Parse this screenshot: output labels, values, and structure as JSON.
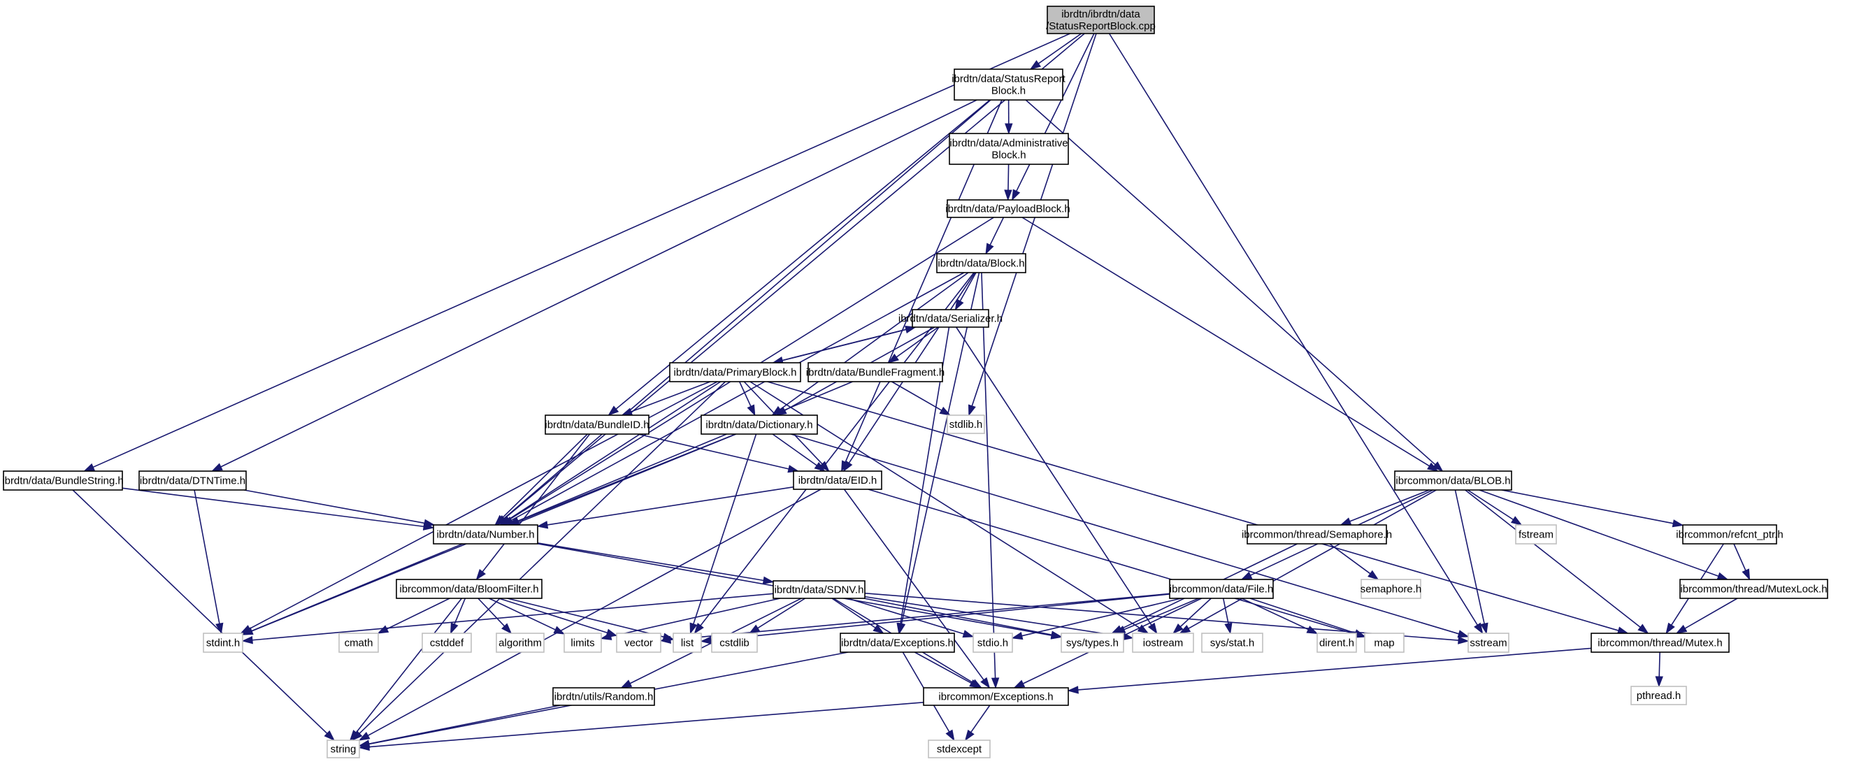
{
  "title": "ibrdtn/ibrdtn/data/StatusReportBlock.cpp include dependency graph",
  "colors": {
    "edge": "#191970",
    "root_fill": "#bfbfbf",
    "local_border": "#000000",
    "system_border": "#bfbfbf"
  },
  "nodes": [
    {
      "id": "root",
      "kind": "root",
      "lines": [
        "ibrdtn/ibrdtn/data",
        "/StatusReportBlock.cpp"
      ]
    },
    {
      "id": "srb_h",
      "kind": "local",
      "lines": [
        "ibrdtn/data/StatusReport",
        "Block.h"
      ]
    },
    {
      "id": "admin",
      "kind": "local",
      "lines": [
        "ibrdtn/data/Administrative",
        "Block.h"
      ]
    },
    {
      "id": "payload",
      "kind": "local",
      "lines": [
        "ibrdtn/data/PayloadBlock.h"
      ]
    },
    {
      "id": "block",
      "kind": "local",
      "lines": [
        "ibrdtn/data/Block.h"
      ]
    },
    {
      "id": "serializer",
      "kind": "local",
      "lines": [
        "ibrdtn/data/Serializer.h"
      ]
    },
    {
      "id": "primary",
      "kind": "local",
      "lines": [
        "ibrdtn/data/PrimaryBlock.h"
      ]
    },
    {
      "id": "fragment",
      "kind": "local",
      "lines": [
        "ibrdtn/data/BundleFragment.h"
      ]
    },
    {
      "id": "stdlib",
      "kind": "system",
      "lines": [
        "stdlib.h"
      ]
    },
    {
      "id": "bundleid",
      "kind": "local",
      "lines": [
        "ibrdtn/data/BundleID.h"
      ]
    },
    {
      "id": "dictionary",
      "kind": "local",
      "lines": [
        "ibrdtn/data/Dictionary.h"
      ]
    },
    {
      "id": "eid",
      "kind": "local",
      "lines": [
        "ibrdtn/data/EID.h"
      ]
    },
    {
      "id": "bundlestring",
      "kind": "local",
      "lines": [
        "ibrdtn/data/BundleString.h"
      ]
    },
    {
      "id": "dtntime",
      "kind": "local",
      "lines": [
        "ibrdtn/data/DTNTime.h"
      ]
    },
    {
      "id": "number",
      "kind": "local",
      "lines": [
        "ibrdtn/data/Number.h"
      ]
    },
    {
      "id": "sdnv",
      "kind": "local",
      "lines": [
        "ibrdtn/data/SDNV.h"
      ]
    },
    {
      "id": "bloom",
      "kind": "local",
      "lines": [
        "ibrcommon/data/BloomFilter.h"
      ]
    },
    {
      "id": "blob",
      "kind": "local",
      "lines": [
        "ibrcommon/data/BLOB.h"
      ]
    },
    {
      "id": "semaphore",
      "kind": "local",
      "lines": [
        "ibrcommon/thread/Semaphore.h"
      ]
    },
    {
      "id": "refcnt",
      "kind": "local",
      "lines": [
        "ibrcommon/refcnt_ptr.h"
      ]
    },
    {
      "id": "fstream",
      "kind": "system",
      "lines": [
        "fstream"
      ]
    },
    {
      "id": "semaphore_h",
      "kind": "system",
      "lines": [
        "semaphore.h"
      ]
    },
    {
      "id": "file",
      "kind": "local",
      "lines": [
        "ibrcommon/data/File.h"
      ]
    },
    {
      "id": "mutexlock",
      "kind": "local",
      "lines": [
        "ibrcommon/thread/MutexLock.h"
      ]
    },
    {
      "id": "mutex",
      "kind": "local",
      "lines": [
        "ibrcommon/thread/Mutex.h"
      ]
    },
    {
      "id": "pthread",
      "kind": "system",
      "lines": [
        "pthread.h"
      ]
    },
    {
      "id": "dtn_exc",
      "kind": "local",
      "lines": [
        "ibrdtn/data/Exceptions.h"
      ]
    },
    {
      "id": "common_exc",
      "kind": "local",
      "lines": [
        "ibrcommon/Exceptions.h"
      ]
    },
    {
      "id": "random",
      "kind": "local",
      "lines": [
        "ibrdtn/utils/Random.h"
      ]
    },
    {
      "id": "string",
      "kind": "system",
      "lines": [
        "string"
      ]
    },
    {
      "id": "stdexcept",
      "kind": "system",
      "lines": [
        "stdexcept"
      ]
    },
    {
      "id": "stdint",
      "kind": "system",
      "lines": [
        "stdint.h"
      ]
    },
    {
      "id": "cmath",
      "kind": "system",
      "lines": [
        "cmath"
      ]
    },
    {
      "id": "cstddef",
      "kind": "system",
      "lines": [
        "cstddef"
      ]
    },
    {
      "id": "algorithm",
      "kind": "system",
      "lines": [
        "algorithm"
      ]
    },
    {
      "id": "limits",
      "kind": "system",
      "lines": [
        "limits"
      ]
    },
    {
      "id": "vector",
      "kind": "system",
      "lines": [
        "vector"
      ]
    },
    {
      "id": "list",
      "kind": "system",
      "lines": [
        "list"
      ]
    },
    {
      "id": "cstdlib",
      "kind": "system",
      "lines": [
        "cstdlib"
      ]
    },
    {
      "id": "stdio",
      "kind": "system",
      "lines": [
        "stdio.h"
      ]
    },
    {
      "id": "systypes",
      "kind": "system",
      "lines": [
        "sys/types.h"
      ]
    },
    {
      "id": "iostream",
      "kind": "system",
      "lines": [
        "iostream"
      ]
    },
    {
      "id": "sysstat",
      "kind": "system",
      "lines": [
        "sys/stat.h"
      ]
    },
    {
      "id": "dirent",
      "kind": "system",
      "lines": [
        "dirent.h"
      ]
    },
    {
      "id": "map",
      "kind": "system",
      "lines": [
        "map"
      ]
    },
    {
      "id": "sstream",
      "kind": "system",
      "lines": [
        "sstream"
      ]
    }
  ],
  "edges": [
    [
      "root",
      "srb_h"
    ],
    [
      "root",
      "payload"
    ],
    [
      "root",
      "number"
    ],
    [
      "root",
      "bundlestring"
    ],
    [
      "root",
      "stdlib"
    ],
    [
      "root",
      "sstream"
    ],
    [
      "srb_h",
      "admin"
    ],
    [
      "srb_h",
      "dtntime"
    ],
    [
      "srb_h",
      "number"
    ],
    [
      "srb_h",
      "bundleid"
    ],
    [
      "srb_h",
      "eid"
    ],
    [
      "srb_h",
      "blob"
    ],
    [
      "admin",
      "payload"
    ],
    [
      "payload",
      "block"
    ],
    [
      "payload",
      "number"
    ],
    [
      "payload",
      "blob"
    ],
    [
      "block",
      "serializer"
    ],
    [
      "block",
      "number"
    ],
    [
      "block",
      "dictionary"
    ],
    [
      "block",
      "eid"
    ],
    [
      "block",
      "dtn_exc"
    ],
    [
      "block",
      "list"
    ],
    [
      "block",
      "common_exc"
    ],
    [
      "serializer",
      "primary"
    ],
    [
      "serializer",
      "fragment"
    ],
    [
      "serializer",
      "dictionary"
    ],
    [
      "serializer",
      "dtn_exc"
    ],
    [
      "serializer",
      "iostream"
    ],
    [
      "primary",
      "serializer"
    ],
    [
      "primary",
      "bundleid"
    ],
    [
      "primary",
      "dictionary"
    ],
    [
      "primary",
      "eid"
    ],
    [
      "primary",
      "number"
    ],
    [
      "primary",
      "stdint"
    ],
    [
      "primary",
      "string"
    ],
    [
      "primary",
      "mutex"
    ],
    [
      "primary",
      "iostream"
    ],
    [
      "fragment",
      "stdlib"
    ],
    [
      "fragment",
      "number"
    ],
    [
      "bundleid",
      "eid"
    ],
    [
      "bundleid",
      "number"
    ],
    [
      "bundleid",
      "bloom"
    ],
    [
      "dictionary",
      "eid"
    ],
    [
      "dictionary",
      "number"
    ],
    [
      "dictionary",
      "list"
    ],
    [
      "dictionary",
      "stdint"
    ],
    [
      "dictionary",
      "sstream"
    ],
    [
      "eid",
      "number"
    ],
    [
      "eid",
      "string"
    ],
    [
      "eid",
      "common_exc"
    ],
    [
      "eid",
      "map"
    ],
    [
      "bundlestring",
      "number"
    ],
    [
      "bundlestring",
      "string"
    ],
    [
      "dtntime",
      "number"
    ],
    [
      "dtntime",
      "stdint"
    ],
    [
      "number",
      "sdnv"
    ],
    [
      "number",
      "stdint"
    ],
    [
      "number",
      "systypes"
    ],
    [
      "sdnv",
      "dtn_exc"
    ],
    [
      "sdnv",
      "random"
    ],
    [
      "sdnv",
      "stdint"
    ],
    [
      "sdnv",
      "common_exc"
    ],
    [
      "sdnv",
      "cstdlib"
    ],
    [
      "sdnv",
      "stdio"
    ],
    [
      "sdnv",
      "limits"
    ],
    [
      "sdnv",
      "systypes"
    ],
    [
      "sdnv",
      "iostream"
    ],
    [
      "sdnv",
      "sstream"
    ],
    [
      "bloom",
      "cmath"
    ],
    [
      "bloom",
      "cstddef"
    ],
    [
      "bloom",
      "algorithm"
    ],
    [
      "bloom",
      "limits"
    ],
    [
      "bloom",
      "vector"
    ],
    [
      "bloom",
      "list"
    ],
    [
      "bloom",
      "string"
    ],
    [
      "blob",
      "semaphore"
    ],
    [
      "blob",
      "file"
    ],
    [
      "blob",
      "refcnt"
    ],
    [
      "blob",
      "fstream"
    ],
    [
      "blob",
      "mutex"
    ],
    [
      "blob",
      "mutexlock"
    ],
    [
      "blob",
      "iostream"
    ],
    [
      "blob",
      "sstream"
    ],
    [
      "semaphore",
      "semaphore_h"
    ],
    [
      "semaphore",
      "systypes"
    ],
    [
      "refcnt",
      "mutex"
    ],
    [
      "refcnt",
      "mutexlock"
    ],
    [
      "mutexlock",
      "mutex"
    ],
    [
      "file",
      "list"
    ],
    [
      "file",
      "vector"
    ],
    [
      "file",
      "stdio"
    ],
    [
      "file",
      "systypes"
    ],
    [
      "file",
      "iostream"
    ],
    [
      "file",
      "sysstat"
    ],
    [
      "file",
      "dirent"
    ],
    [
      "file",
      "map"
    ],
    [
      "file",
      "common_exc"
    ],
    [
      "mutex",
      "pthread"
    ],
    [
      "mutex",
      "common_exc"
    ],
    [
      "dtn_exc",
      "common_exc"
    ],
    [
      "dtn_exc",
      "string"
    ],
    [
      "dtn_exc",
      "stdexcept"
    ],
    [
      "common_exc",
      "string"
    ],
    [
      "common_exc",
      "stdexcept"
    ],
    [
      "random",
      "string"
    ]
  ]
}
